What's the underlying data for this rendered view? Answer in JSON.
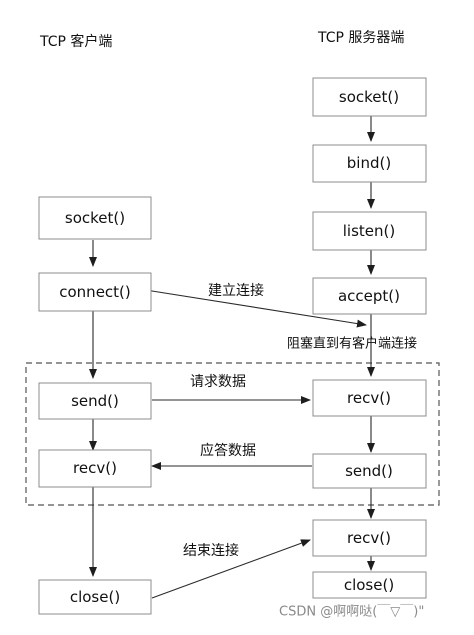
{
  "headings": {
    "client": "TCP 客户端",
    "server": "TCP 服务器端"
  },
  "client_nodes": {
    "socket": "socket()",
    "connect": "connect()",
    "send": "send()",
    "recv": "recv()",
    "close": "close()"
  },
  "server_nodes": {
    "socket": "socket()",
    "bind": "bind()",
    "listen": "listen()",
    "accept": "accept()",
    "recv1": "recv()",
    "send": "send()",
    "recv2": "recv()",
    "close": "close()"
  },
  "edge_labels": {
    "connect": "建立连接",
    "block": "阻塞直到有客户端连接",
    "request": "请求数据",
    "response": "应答数据",
    "disconnect": "结束连接"
  },
  "watermark": "CSDN @啊啊哒(￣▽￣)\""
}
